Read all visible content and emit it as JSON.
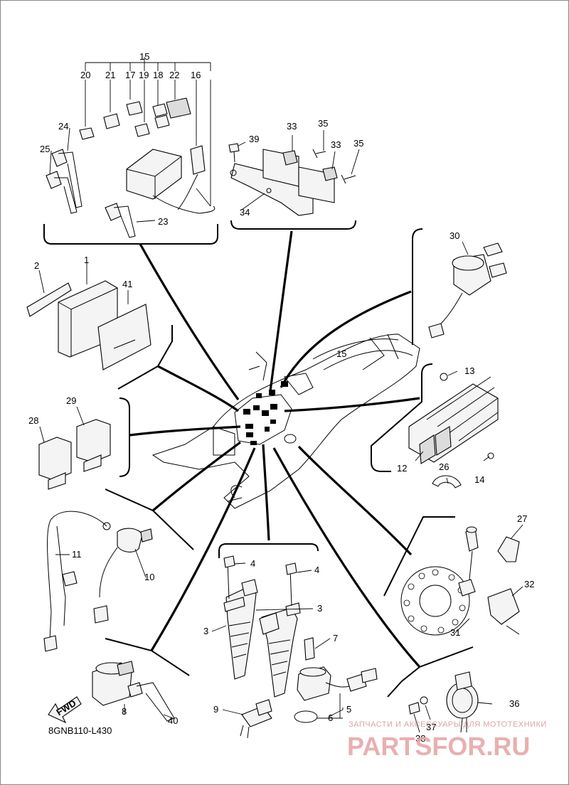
{
  "diagram": {
    "code": "8GNB110-L430",
    "fwd_label": "FWD",
    "callouts": {
      "c1": "1",
      "c2": "2",
      "c3": "3",
      "c4": "4",
      "c5": "5",
      "c6": "6",
      "c7": "7",
      "c8": "8",
      "c9": "9",
      "c10": "10",
      "c11": "11",
      "c12": "12",
      "c13": "13",
      "c14": "14",
      "c15": "15",
      "c16": "16",
      "c17": "17",
      "c18": "18",
      "c19": "19",
      "c20": "20",
      "c21": "21",
      "c22": "22",
      "c23": "23",
      "c24": "24",
      "c25": "25",
      "c26": "26",
      "c27": "27",
      "c28": "28",
      "c29": "29",
      "c30": "30",
      "c31": "31",
      "c32": "32",
      "c33": "33",
      "c34": "34",
      "c35": "35",
      "c36": "36",
      "c37": "37",
      "c38": "38",
      "c39": "39",
      "c40": "40",
      "c41": "41"
    }
  },
  "watermark": {
    "line1": "ЗАПЧАСТИ И АКСЕССУАРЫ ДЛЯ МОТОТЕХНИКИ",
    "line2": "PARTSFOR.RU"
  }
}
